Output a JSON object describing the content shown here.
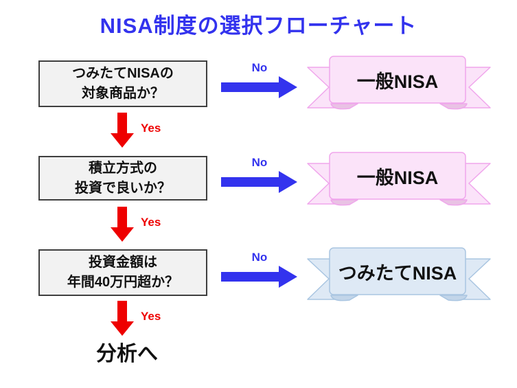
{
  "title": "NISA制度の選択フローチャート",
  "flow": {
    "steps": [
      {
        "question_line1": "つみたてNISAの",
        "question_line2": "対象商品か？",
        "no_label": "No",
        "yes_label": "Yes",
        "result": "一般NISA",
        "ribbon_color": "pink"
      },
      {
        "question_line1": "積立方式の",
        "question_line2": "投資で良いか？",
        "no_label": "No",
        "yes_label": "Yes",
        "result": "一般NISA",
        "ribbon_color": "pink"
      },
      {
        "question_line1": "投資金額は",
        "question_line2": "年間40万円超か？",
        "no_label": "No",
        "yes_label": "Yes",
        "result": "つみたてNISA",
        "ribbon_color": "blue"
      }
    ],
    "final_label": "分析へ"
  },
  "colors": {
    "title_blue": "#3333EE",
    "arrow_blue": "#3333EE",
    "arrow_red": "#EE0000",
    "box_bg": "#F2F2F2",
    "box_border": "#3F3F3F",
    "ribbon_pink_fill": "#FBE3F9",
    "ribbon_pink_border": "#F0A6EC",
    "ribbon_pink_fold": "#E9C2E4",
    "ribbon_blue_fill": "#DEE9F5",
    "ribbon_blue_border": "#A9C5E1",
    "ribbon_blue_fold": "#C2D5E9",
    "text_black": "#111111",
    "background": "#FFFFFF"
  }
}
